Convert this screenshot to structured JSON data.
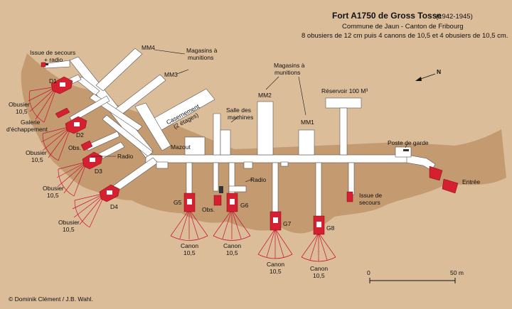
{
  "title": {
    "main": "Fort A1750 de Gross Tosse",
    "years": "(1942-1945)",
    "line2": "Commune de Jaun - Canton de Fribourg",
    "line3": "8 obusiers de 12 cm puis 4 canons de 10,5 et 4 obusiers de 10,5 cm."
  },
  "labels": {
    "mm4": "MM4",
    "mm3": "MM3",
    "mm2": "MM2",
    "mm1": "MM1",
    "magasins_1": "Magasins à",
    "magasins_2": "munitions",
    "issue_secours_1": "Issue de secours",
    "issue_secours_2": "+ radio",
    "caserne_1": "Casernement",
    "caserne_2": "(2 étages)",
    "salle_1": "Salle des",
    "salle_2": "machines",
    "reservoir": "Réservoir 100 M³",
    "mazout": "Mazout",
    "radio_upper": "Radio",
    "radio_lower": "Radio",
    "poste_garde": "Poste de garde",
    "entree": "Entrée",
    "issue_bas_1": "Issue de",
    "issue_bas_2": "secours",
    "galerie_1": "Galerie",
    "galerie_2": "d'échappement",
    "obs_upper": "Obs.",
    "obs_lower": "Obs.",
    "obusier": "Obusier",
    "calibre": "10,5",
    "canon": "Canon",
    "d1": "D1",
    "d2": "D2",
    "d3": "D3",
    "d4": "D4",
    "g5": "G5",
    "g6": "G6",
    "g7": "G7",
    "g8": "G8",
    "scale_0": "0",
    "scale_50": "50 m",
    "north": "N",
    "credit": "© Dominik Clément / J.B. Wahl."
  },
  "colors": {
    "terrain": "#c49a70",
    "background": "#dcbd9a",
    "wall": "#ffffff",
    "casemate": "#d42030",
    "firing": "#c8102e"
  }
}
